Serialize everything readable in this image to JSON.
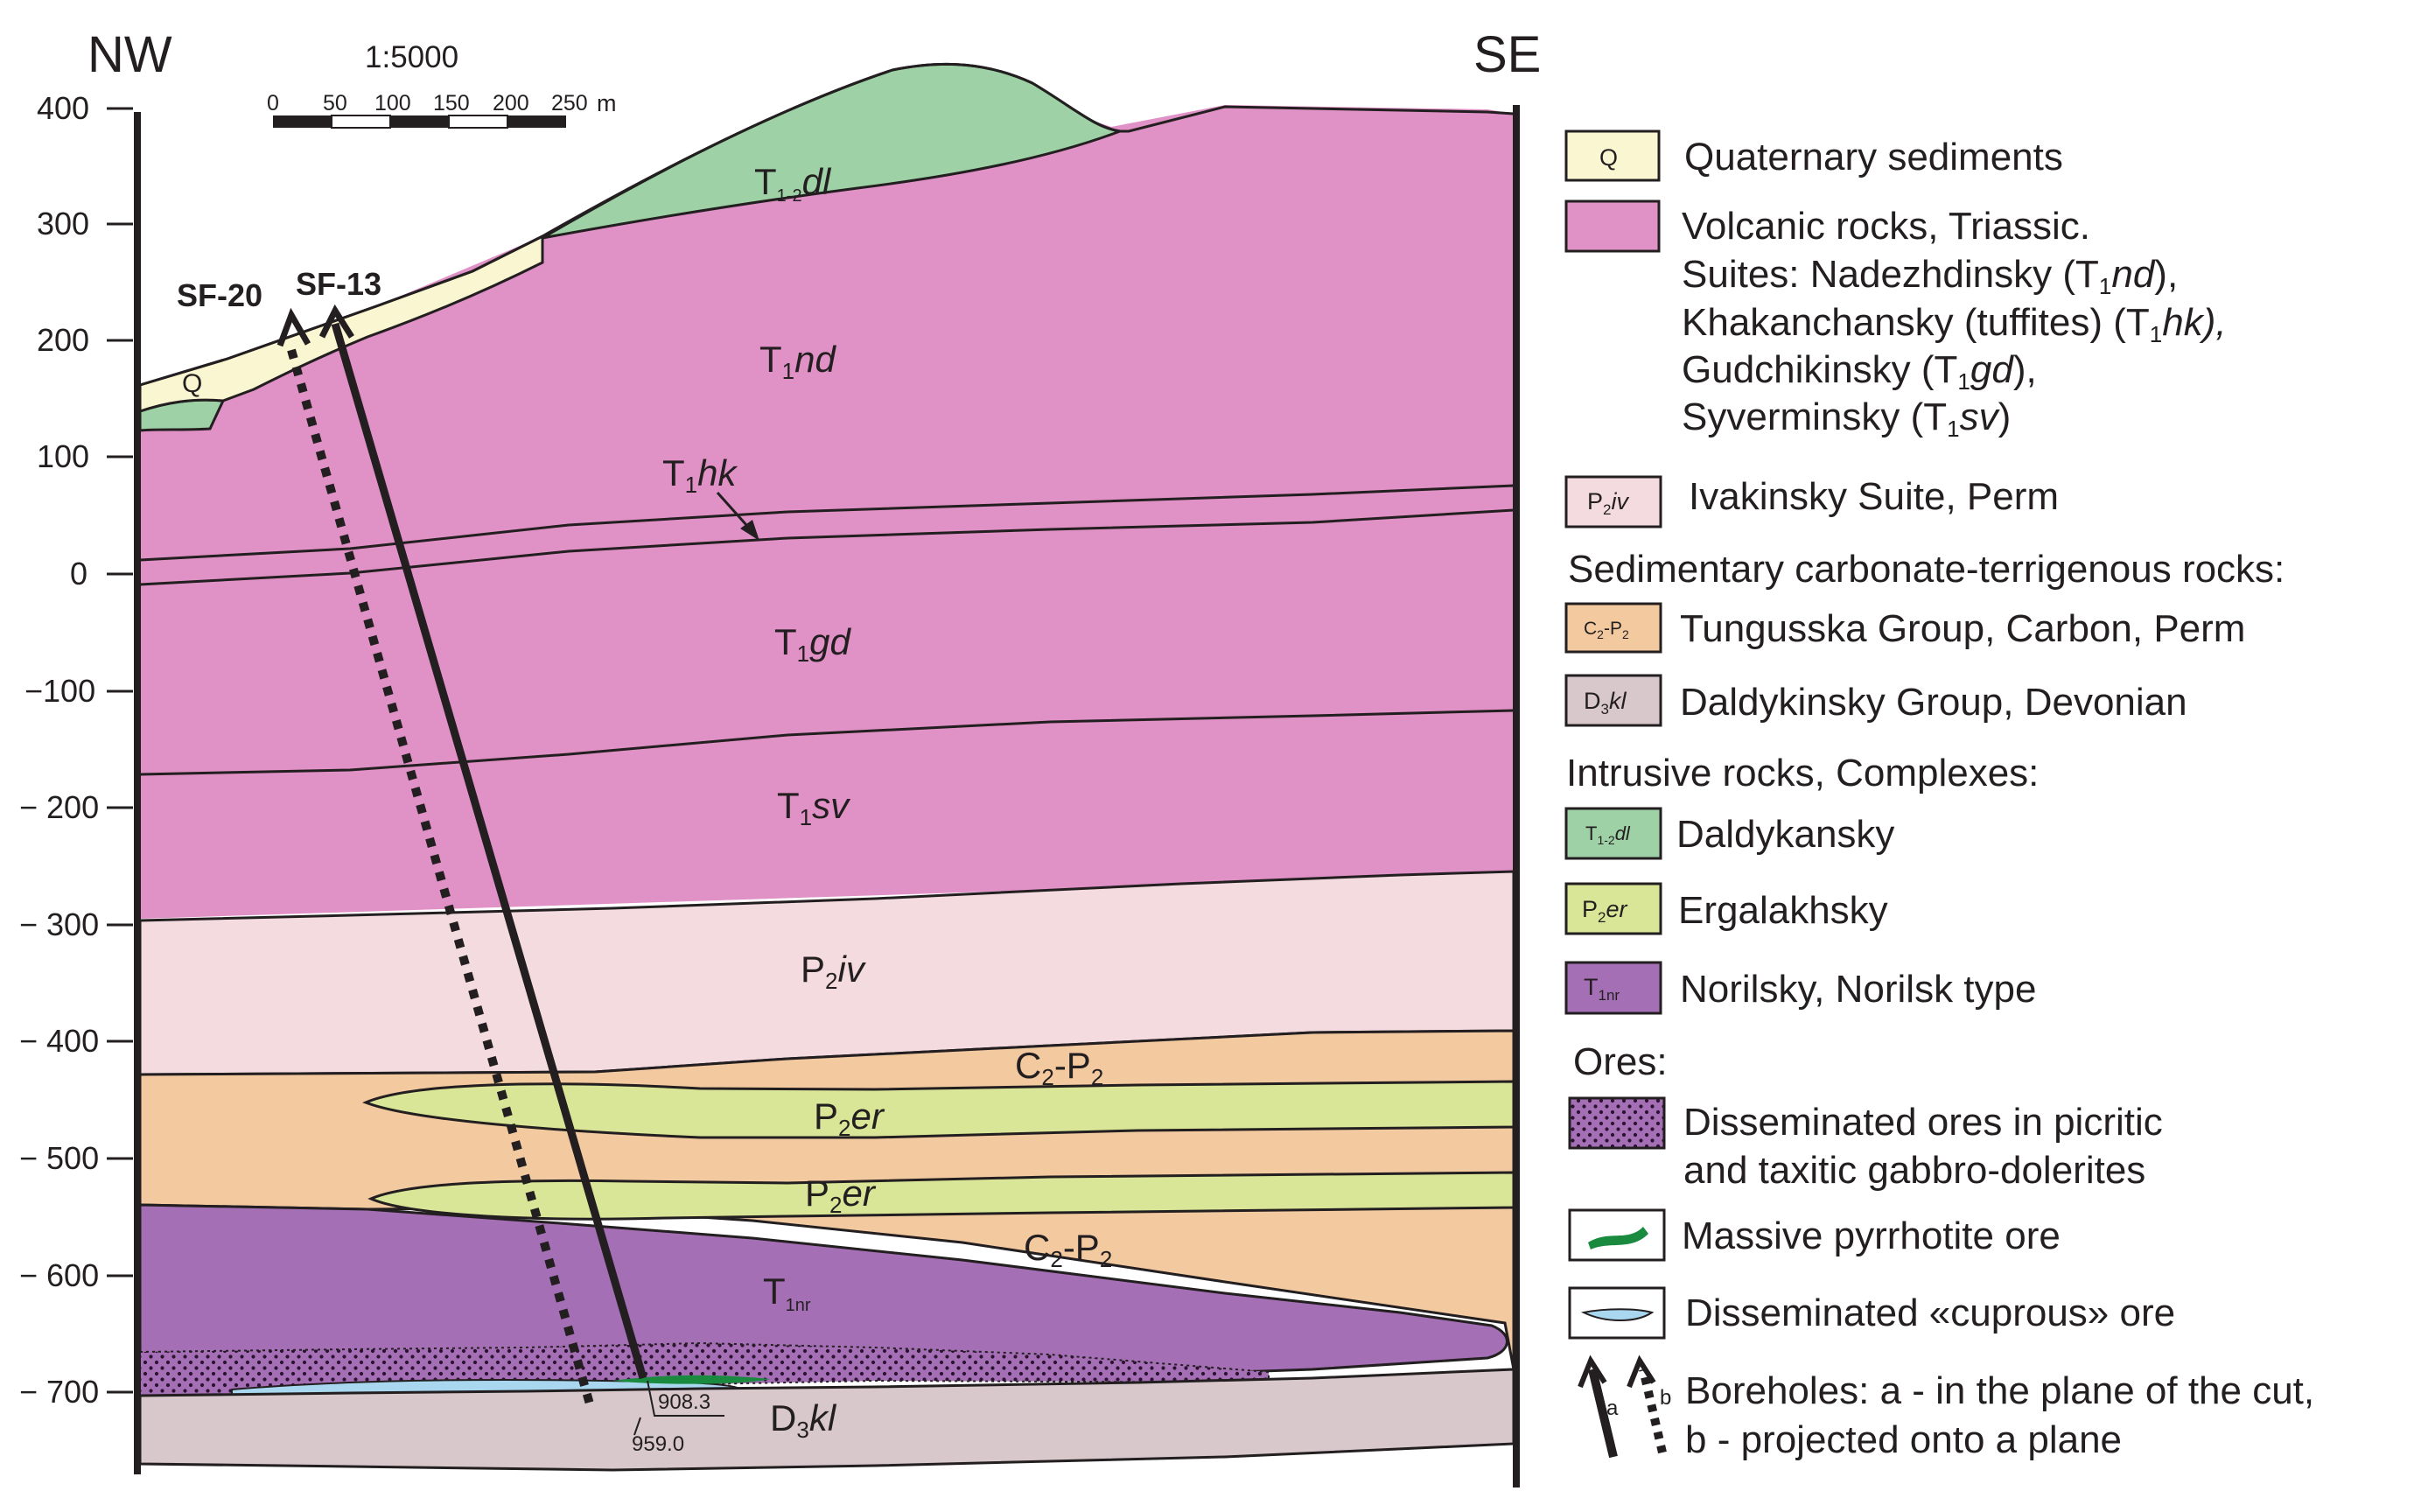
{
  "header": {
    "left_dir": "NW",
    "right_dir": "SE",
    "scale": "1:5000"
  },
  "scale_bar": {
    "ticks": [
      "0",
      "50",
      "100",
      "150",
      "200",
      "250"
    ],
    "unit": "m"
  },
  "depth_axis": {
    "ticks": [
      "400",
      "300",
      "200",
      "100",
      "0",
      "−100",
      "− 200",
      "− 300",
      "− 400",
      "− 500",
      "− 600",
      "− 700"
    ]
  },
  "units": {
    "t12dl": {
      "base": "T",
      "sub": "1-2",
      "name": "dl"
    },
    "t1nd": {
      "base": "T",
      "sub": "1",
      "name": "nd"
    },
    "t1hk": {
      "base": "T",
      "sub": "1",
      "name": "hk"
    },
    "t1gd": {
      "base": "T",
      "sub": "1",
      "name": "gd"
    },
    "t1sv": {
      "base": "T",
      "sub": "1",
      "name": "sv"
    },
    "p2iv": {
      "base": "P",
      "sub": "2",
      "name": "iv"
    },
    "c2p2": {
      "base1": "C",
      "sub1": "2",
      "sep": "-P",
      "sub2": "2"
    },
    "p2er": {
      "base": "P",
      "sub": "2",
      "name": "er"
    },
    "t1nr": {
      "base": "T",
      "sub": "1nr"
    },
    "d3kl": {
      "base": "D",
      "sub": "3",
      "name": "kl"
    },
    "q": "Q"
  },
  "boreholes": {
    "sf20": "SF-20",
    "sf13": "SF-13",
    "depth1": "908.3",
    "depth2": "959.0"
  },
  "legend": {
    "quaternary": {
      "box": "Q",
      "text": "Quaternary sediments"
    },
    "volcanic": {
      "line1": "Volcanic rocks, Triassic.",
      "line2": {
        "a": "Suites: Nadezhdinsky (T",
        "sub": "1",
        "ital": "nd",
        "end": "),"
      },
      "line3": {
        "a": "Khakanchansky (tuffites) (T",
        "sub": "1",
        "ital": "hk),"
      },
      "line4": {
        "a": "Gudchikinsky (T",
        "sub": "1",
        "ital": "gd",
        "end": "),"
      },
      "line5": {
        "a": "Syverminsky (T",
        "sub": "1",
        "ital": "sv",
        "end": ")"
      }
    },
    "ivakinsky": {
      "text": "Ivakinsky Suite, Perm"
    },
    "sedimentary_header": "Sedimentary carbonate-terrigenous rocks:",
    "tungusska": {
      "text": "Tungusska Group, Carbon, Perm"
    },
    "daldykinsky": {
      "text": "Daldykinsky Group, Devonian"
    },
    "intrusive_header": "Intrusive rocks, Complexes:",
    "daldykansky": {
      "text": "Daldykansky"
    },
    "ergalakhsky": {
      "text": "Ergalakhsky"
    },
    "norilsky": {
      "text": "Norilsky, Norilsk type"
    },
    "ores_header": "Ores:",
    "disseminated": {
      "line1": "Disseminated ores in picritic",
      "line2": "and taxitic gabbro-dolerites"
    },
    "massive": {
      "text": "Massive pyrrhotite ore"
    },
    "cuprous": {
      "text": "Disseminated «cuprous» ore"
    },
    "boreholes": {
      "line1": "Boreholes: a - in the plane of the cut,",
      "line2": "b - projected onto a plane",
      "a": "a",
      "b": "b"
    }
  },
  "colors": {
    "quaternary": "#fbf6d2",
    "volcanic": "#e091c6",
    "ivakinsky": "#f4dbe0",
    "tungusska": "#f3c9a0",
    "daldykinsky": "#d8c8cb",
    "daldykansky": "#9ed2a6",
    "ergalakhsky": "#d9e597",
    "norilsky": "#a46fb4",
    "massive_ore": "#1a8a3f",
    "cuprous_ore": "#a9d7ef",
    "line": "#231f20"
  }
}
